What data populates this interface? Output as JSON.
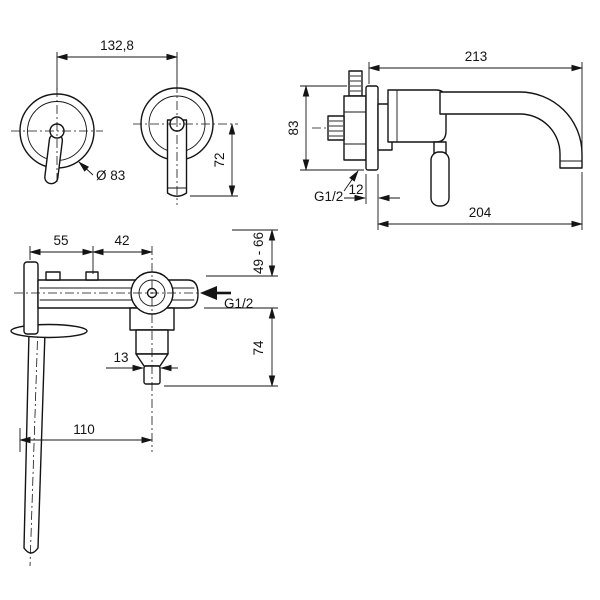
{
  "colors": {
    "background": "#ffffff",
    "line": "#141414"
  },
  "drawing": {
    "front_view": {
      "dim_handle_to_spout": "132,8",
      "dim_escutcheon_diameter": "Ø 83",
      "dim_spout_drop": "72"
    },
    "side_view": {
      "dim_overall_projection": "213",
      "dim_escutcheon_height": "83",
      "thread_label": "G1/2",
      "dim_escutcheon_depth": "12",
      "dim_spout_reach": "204"
    },
    "installation_view": {
      "dim_wall_to_port": "55",
      "dim_port_to_handle": "42",
      "dim_mounting_depth_range": "49 - 66",
      "thread_label": "G1/2",
      "dim_outlet_diameter": "13",
      "dim_outlet_height": "74",
      "dim_spout_length": "110"
    }
  }
}
